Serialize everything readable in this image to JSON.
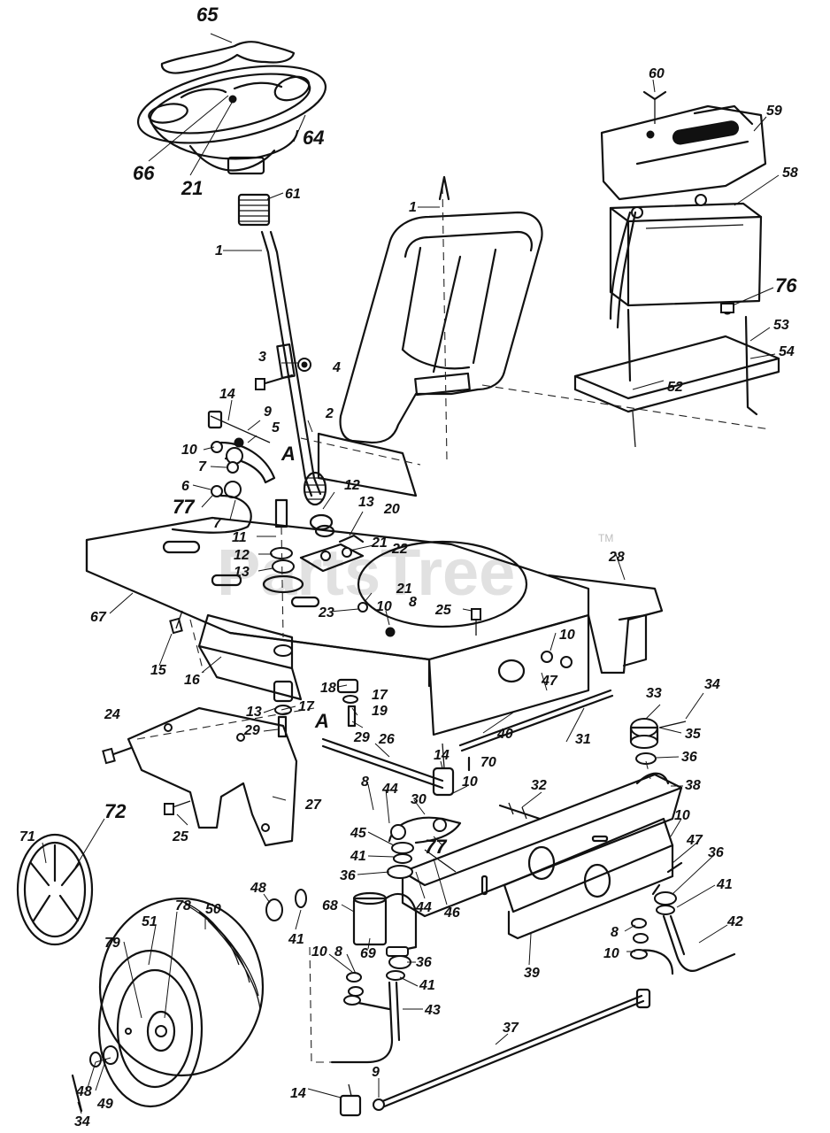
{
  "watermark": {
    "text": "PartsTree",
    "tm": "TM"
  },
  "labels": [
    {
      "id": "l65",
      "text": "65"
    },
    {
      "id": "l66",
      "text": "66"
    },
    {
      "id": "l21a",
      "text": "21"
    },
    {
      "id": "l64",
      "text": "64"
    },
    {
      "id": "l61",
      "text": "61"
    },
    {
      "id": "l1a",
      "text": "1"
    },
    {
      "id": "l1b",
      "text": "1"
    },
    {
      "id": "l3",
      "text": "3"
    },
    {
      "id": "l4",
      "text": "4"
    },
    {
      "id": "l14a",
      "text": "14"
    },
    {
      "id": "l9a",
      "text": "9"
    },
    {
      "id": "l5",
      "text": "5"
    },
    {
      "id": "l10a",
      "text": "10"
    },
    {
      "id": "lA1",
      "text": "A"
    },
    {
      "id": "l7a",
      "text": "7"
    },
    {
      "id": "l6",
      "text": "6"
    },
    {
      "id": "l77a",
      "text": "77"
    },
    {
      "id": "l7b",
      "text": "7"
    },
    {
      "id": "l2",
      "text": "2"
    },
    {
      "id": "l12a",
      "text": "12"
    },
    {
      "id": "l13a",
      "text": "13"
    },
    {
      "id": "l20",
      "text": "20"
    },
    {
      "id": "l11",
      "text": "11"
    },
    {
      "id": "l12b",
      "text": "12"
    },
    {
      "id": "l13b",
      "text": "13"
    },
    {
      "id": "l21b",
      "text": "21"
    },
    {
      "id": "l22",
      "text": "22"
    },
    {
      "id": "l21c",
      "text": "21"
    },
    {
      "id": "l23",
      "text": "23"
    },
    {
      "id": "l10b",
      "text": "10"
    },
    {
      "id": "l8a",
      "text": "8"
    },
    {
      "id": "l25a",
      "text": "25"
    },
    {
      "id": "l67",
      "text": "67"
    },
    {
      "id": "l15",
      "text": "15"
    },
    {
      "id": "l16",
      "text": "16"
    },
    {
      "id": "l18",
      "text": "18"
    },
    {
      "id": "l17a",
      "text": "17"
    },
    {
      "id": "l13c",
      "text": "13"
    },
    {
      "id": "l17b",
      "text": "17"
    },
    {
      "id": "l19",
      "text": "19"
    },
    {
      "id": "l29a",
      "text": "29"
    },
    {
      "id": "l29b",
      "text": "29"
    },
    {
      "id": "lA2",
      "text": "A"
    },
    {
      "id": "l24",
      "text": "24"
    },
    {
      "id": "l26",
      "text": "26"
    },
    {
      "id": "l27",
      "text": "27"
    },
    {
      "id": "l25b",
      "text": "25"
    },
    {
      "id": "l28",
      "text": "28"
    },
    {
      "id": "l10c",
      "text": "10"
    },
    {
      "id": "l47a",
      "text": "47"
    },
    {
      "id": "l40",
      "text": "40"
    },
    {
      "id": "l31",
      "text": "31"
    },
    {
      "id": "l70",
      "text": "70"
    },
    {
      "id": "l14b",
      "text": "14"
    },
    {
      "id": "l10d",
      "text": "10"
    },
    {
      "id": "l8b",
      "text": "8"
    },
    {
      "id": "l44a",
      "text": "44"
    },
    {
      "id": "l30",
      "text": "30"
    },
    {
      "id": "l77b",
      "text": "77"
    },
    {
      "id": "l45",
      "text": "45"
    },
    {
      "id": "l41a",
      "text": "41"
    },
    {
      "id": "l36a",
      "text": "36"
    },
    {
      "id": "l44b",
      "text": "44"
    },
    {
      "id": "l46",
      "text": "46"
    },
    {
      "id": "l68",
      "text": "68"
    },
    {
      "id": "l69",
      "text": "69"
    },
    {
      "id": "l36b",
      "text": "36"
    },
    {
      "id": "l32",
      "text": "32"
    },
    {
      "id": "l33",
      "text": "33"
    },
    {
      "id": "l34a",
      "text": "34"
    },
    {
      "id": "l35",
      "text": "35"
    },
    {
      "id": "l36c",
      "text": "36"
    },
    {
      "id": "l38",
      "text": "38"
    },
    {
      "id": "l10e",
      "text": "10"
    },
    {
      "id": "l47b",
      "text": "47"
    },
    {
      "id": "l36d",
      "text": "36"
    },
    {
      "id": "l41b",
      "text": "41"
    },
    {
      "id": "l42",
      "text": "42"
    },
    {
      "id": "l8c",
      "text": "8"
    },
    {
      "id": "l10f",
      "text": "10"
    },
    {
      "id": "l39",
      "text": "39"
    },
    {
      "id": "l72",
      "text": "72"
    },
    {
      "id": "l71",
      "text": "71"
    },
    {
      "id": "l50",
      "text": "50"
    },
    {
      "id": "l51",
      "text": "51"
    },
    {
      "id": "l78",
      "text": "78"
    },
    {
      "id": "l79",
      "text": "79"
    },
    {
      "id": "l48a",
      "text": "48"
    },
    {
      "id": "l41c",
      "text": "41"
    },
    {
      "id": "l10g",
      "text": "10"
    },
    {
      "id": "l8d",
      "text": "8"
    },
    {
      "id": "l41d",
      "text": "41"
    },
    {
      "id": "l43",
      "text": "43"
    },
    {
      "id": "l37",
      "text": "37"
    },
    {
      "id": "l48b",
      "text": "48"
    },
    {
      "id": "l49",
      "text": "49"
    },
    {
      "id": "l34b",
      "text": "34"
    },
    {
      "id": "l14c",
      "text": "14"
    },
    {
      "id": "l9b",
      "text": "9"
    },
    {
      "id": "l60",
      "text": "60"
    },
    {
      "id": "l59",
      "text": "59"
    },
    {
      "id": "l58",
      "text": "58"
    },
    {
      "id": "l76",
      "text": "76"
    },
    {
      "id": "l53",
      "text": "53"
    },
    {
      "id": "l54",
      "text": "54"
    },
    {
      "id": "l52",
      "text": "52"
    }
  ]
}
